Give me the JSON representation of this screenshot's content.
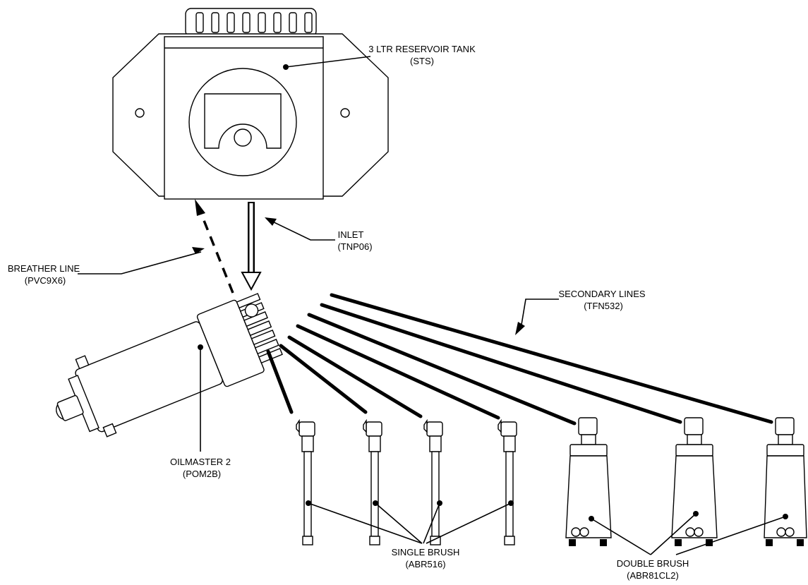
{
  "labels": {
    "reservoir_line1": "3 LTR RESERVOIR TANK",
    "reservoir_line2": "(STS)",
    "inlet_line1": "INLET",
    "inlet_line2": "(TNP06)",
    "breather_line1": "BREATHER LINE",
    "breather_line2": "(PVC9X6)",
    "secondary_line1": "SECONDARY LINES",
    "secondary_line2": "(TFN532)",
    "pump_line1": "OILMASTER 2",
    "pump_line2": "(POM2B)",
    "single_line1": "SINGLE BRUSH",
    "single_line2": "(ABR516)",
    "double_line1": "DOUBLE BRUSH",
    "double_line2": "(ABR81CL2)"
  }
}
